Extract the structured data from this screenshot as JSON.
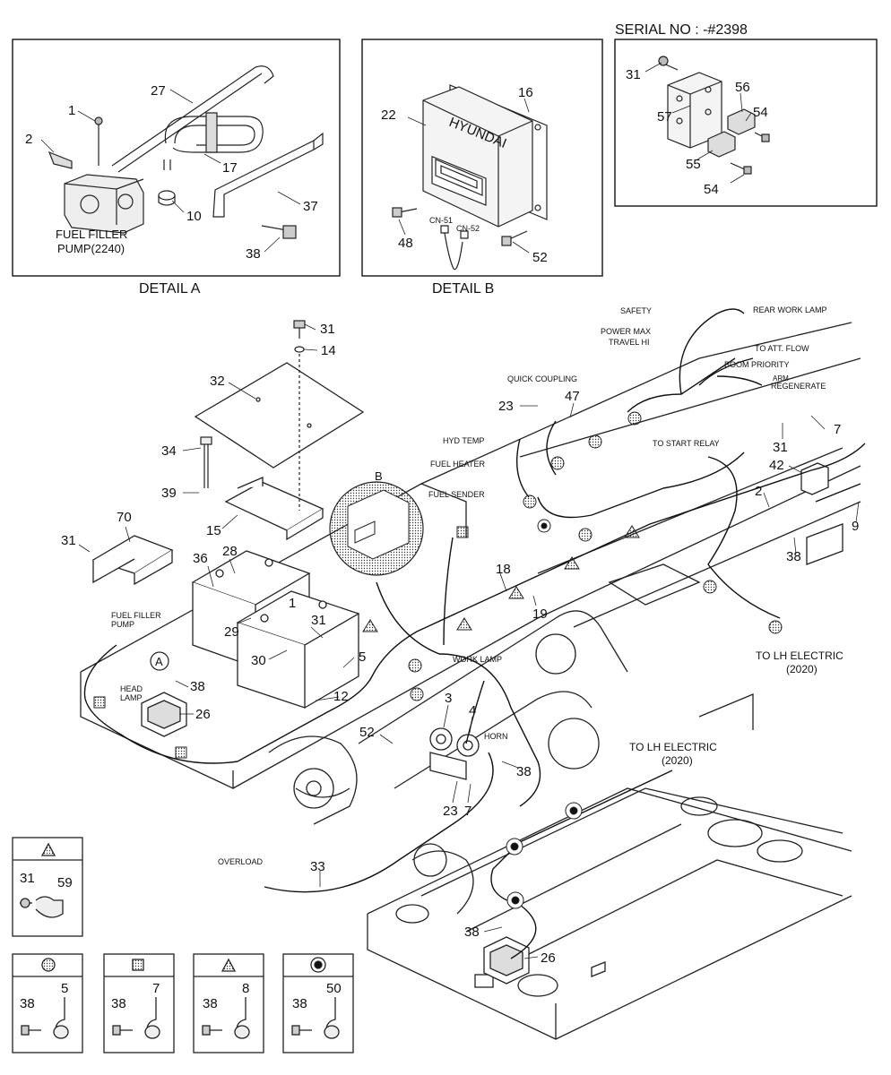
{
  "serial_no": "SERIAL NO : -#2398",
  "detail_a": {
    "caption": "DETAIL  A",
    "pump_label_1": "FUEL FILLER",
    "pump_label_2": "PUMP(2240)",
    "callouts": {
      "c1": "1",
      "c2": "2",
      "c27": "27",
      "c17": "17",
      "c10": "10",
      "c37": "37",
      "c38": "38"
    }
  },
  "detail_b": {
    "caption": "DETAIL  B",
    "brand": "HYUNDAI",
    "cn51": "CN-51",
    "cn52": "CN-52",
    "callouts": {
      "c16": "16",
      "c22": "22",
      "c48": "48",
      "c52": "52"
    }
  },
  "serial_box": {
    "callouts": {
      "c31": "31",
      "c56": "56",
      "c57": "57",
      "c54a": "54",
      "c55": "55",
      "c54b": "54"
    }
  },
  "main": {
    "labels": {
      "safety": "SAFETY",
      "power_max": "POWER MAX",
      "travel_hi": "TRAVEL HI",
      "rear_work_lamp": "REAR WORK LAMP",
      "to_att_flow": "TO ATT. FLOW",
      "boom_priority": "BOOM PRIORITY",
      "arm": "ARM",
      "regenerate": "REGENERATE",
      "quick_coupling": "QUICK COUPLING",
      "hyd_temp": "HYD TEMP",
      "fuel_heater": "FUEL HEATER",
      "fuel_sender": "FUEL SENDER",
      "to_start_relay": "TO START RELAY",
      "to_lh_electric_1": "TO LH ELECTRIC",
      "to_lh_electric_1b": "(2020)",
      "to_lh_electric_2": "TO LH ELECTRIC",
      "to_lh_electric_2b": "(2020)",
      "fuel_filler_pump_1": "FUEL FILLER",
      "fuel_filler_pump_2": "PUMP",
      "head_lamp_1": "HEAD",
      "head_lamp_2": "LAMP",
      "work_lamp": "WORK LAMP",
      "horn": "HORN",
      "overload": "OVERLOAD",
      "detail_a_marker": "A",
      "detail_b_marker": "B"
    },
    "callouts": {
      "c31_top": "31",
      "c14": "14",
      "c32": "32",
      "c34": "34",
      "c39": "39",
      "c15": "15",
      "c70": "70",
      "c31_left": "31",
      "c36": "36",
      "c28": "28",
      "c29": "29",
      "c30": "30",
      "c31_mid": "31",
      "c1_mid": "1",
      "c38_left": "38",
      "c26_left": "26",
      "c12": "12",
      "c5": "5",
      "c18": "18",
      "c19": "19",
      "c23_top": "23",
      "c47": "47",
      "c7_right": "7",
      "c31_right": "31",
      "c42": "42",
      "c2_right": "2",
      "c9": "9",
      "c38_right": "38",
      "c3": "3",
      "c4": "4",
      "c52_mid": "52",
      "c38_mid": "38",
      "c23_bot": "23",
      "c7_bot": "7",
      "c33": "33",
      "c38_bottom": "38",
      "c26_bottom": "26"
    }
  },
  "legend": {
    "boxes": [
      {
        "symbol": "triangle",
        "a": "31",
        "b": "59"
      },
      {
        "symbol": "dotted-circle",
        "a": "38",
        "b": "5"
      },
      {
        "symbol": "dotted-square",
        "a": "38",
        "b": "7"
      },
      {
        "symbol": "dotted-triangle",
        "a": "38",
        "b": "8"
      },
      {
        "symbol": "ringed-circle",
        "a": "38",
        "b": "50"
      }
    ]
  }
}
